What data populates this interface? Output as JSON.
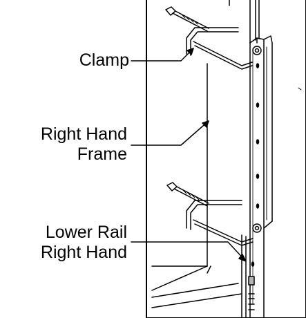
{
  "labels": {
    "clamp": "Clamp",
    "frame_line1": "Right Hand",
    "frame_line2": "Frame",
    "rail_line1": "Lower Rail",
    "rail_line2": "Right Hand"
  },
  "colors": {
    "ink": "#000000",
    "background": "#ffffff",
    "shade": "#b5b5b5"
  }
}
